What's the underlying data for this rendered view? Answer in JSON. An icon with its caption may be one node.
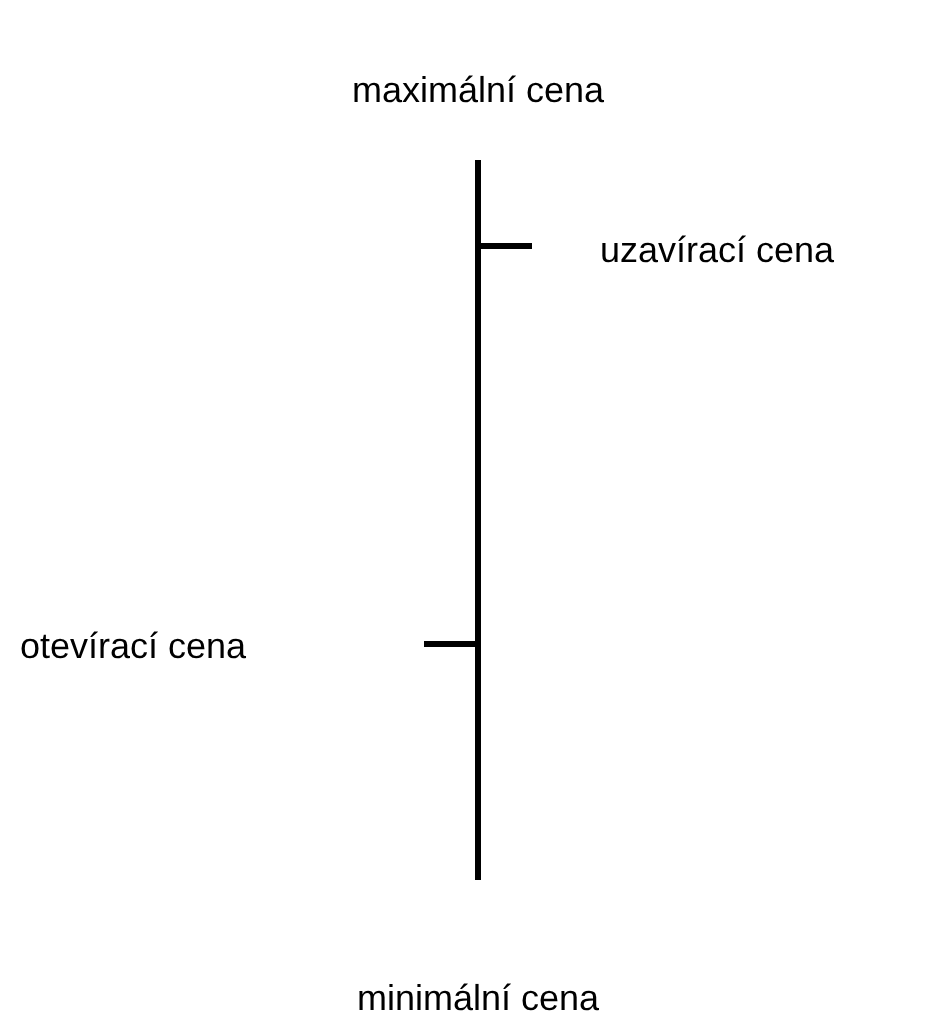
{
  "diagram": {
    "labels": [
      "maximální cena",
      "uzavírací cena",
      "otevírací cena",
      "minimální cena"
    ]
  }
}
